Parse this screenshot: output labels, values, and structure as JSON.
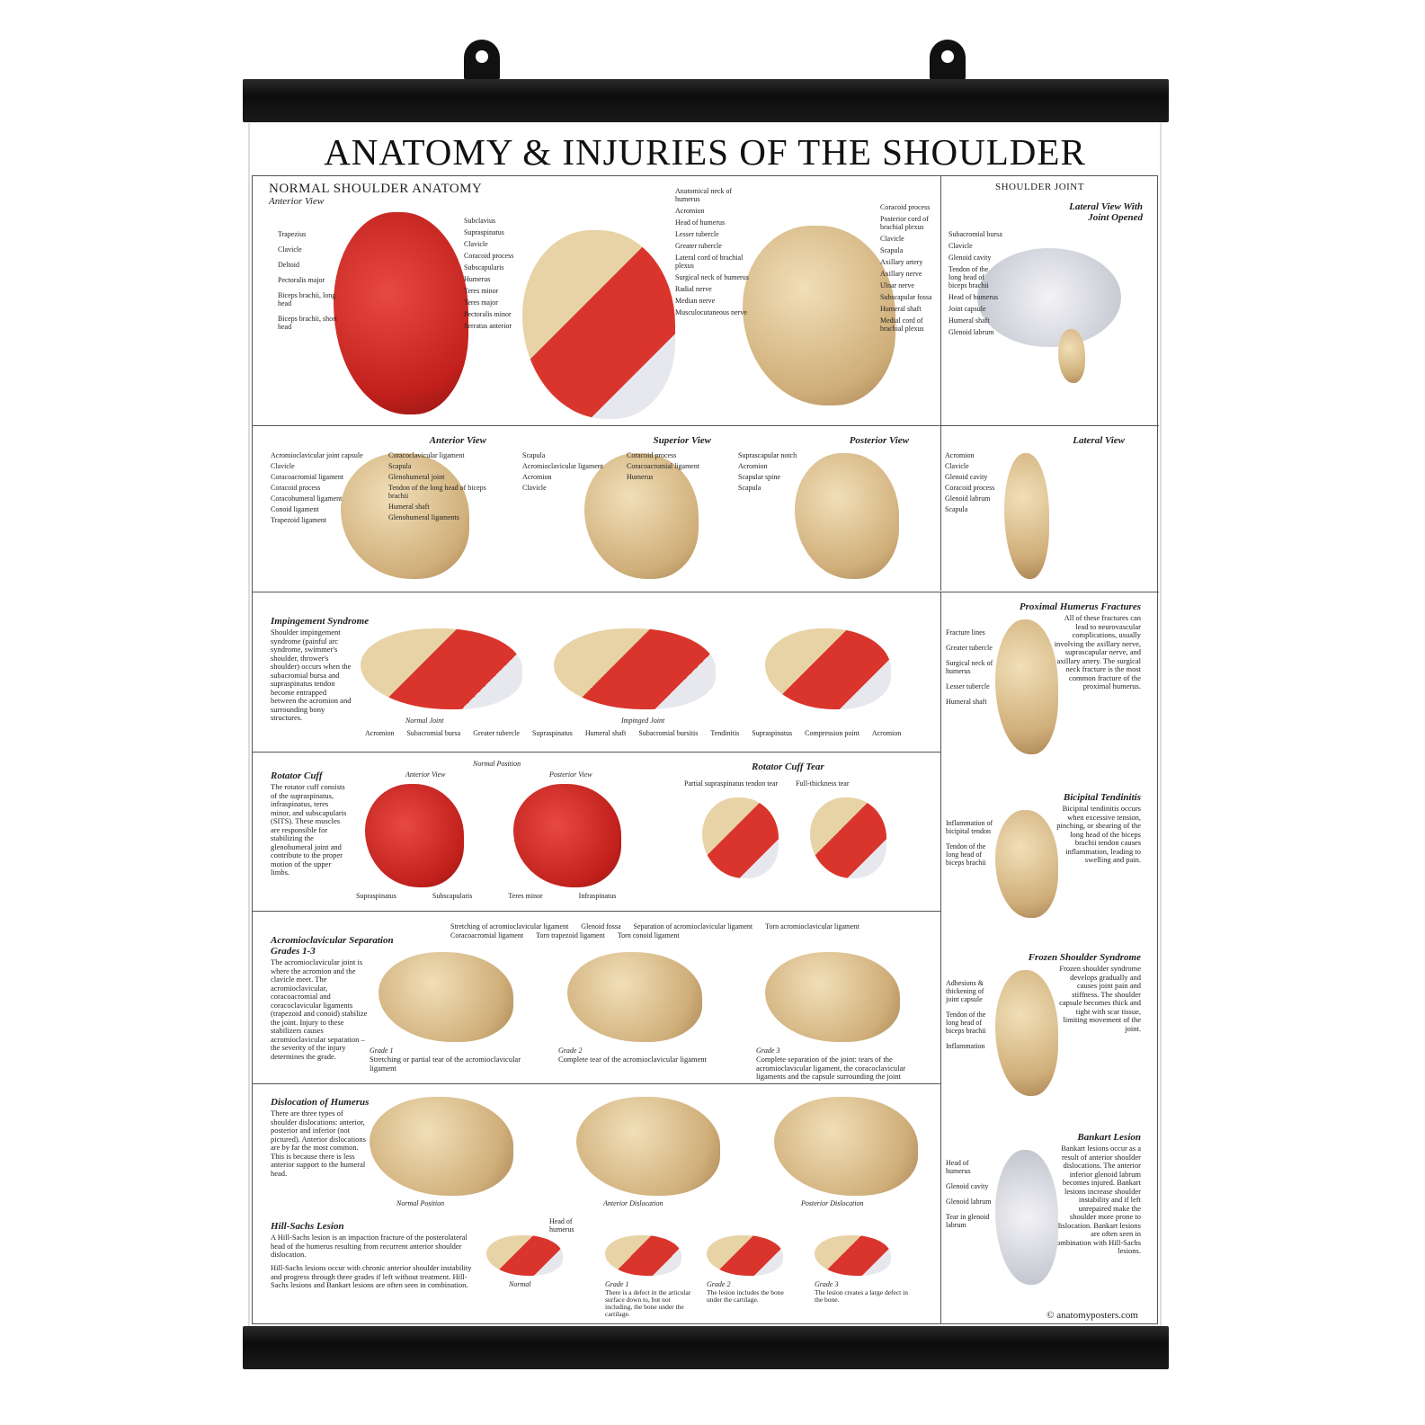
{
  "title": "ANATOMY & INJURIES OF THE SHOULDER",
  "normal": {
    "heading": "NORMAL SHOULDER ANATOMY",
    "subheading": "Anterior View",
    "fig1_labels": [
      "Trapezius",
      "Clavicle",
      "Deltoid",
      "Pectoralis major",
      "Biceps brachii, long head",
      "Biceps brachii, short head"
    ],
    "fig2_labels": [
      "Subclavius",
      "Supraspinatus",
      "Clavicle",
      "Coracoid process",
      "Subscapularis",
      "Humerus",
      "Teres minor",
      "Teres major",
      "Pectoralis minor",
      "Serratus anterior"
    ],
    "fig3_labels": [
      "Anatomical neck of humerus",
      "Acromion",
      "Head of humerus",
      "Lesser tubercle",
      "Greater tubercle",
      "Lateral cord of brachial plexus",
      "Surgical neck of humerus",
      "Radial nerve",
      "Median nerve",
      "Musculocutaneous nerve",
      "Coracoid process",
      "Posterior cord of brachial plexus",
      "Clavicle",
      "Scapula",
      "Axillary artery",
      "Axillary nerve",
      "Ulnar nerve",
      "Subscapular fossa",
      "Humeral shaft",
      "Medial cord of brachial plexus"
    ]
  },
  "joint": {
    "heading": "SHOULDER JOINT",
    "view": "Lateral View With Joint Opened",
    "labels": [
      "Subacromial bursa",
      "Clavicle",
      "Glenoid cavity",
      "Tendon of the long head of biceps brachii",
      "Head of humerus",
      "Joint capsule",
      "Humeral shaft",
      "Glenoid labrum"
    ]
  },
  "views": [
    {
      "title": "Anterior View",
      "labels": [
        "Acromioclavicular joint capsule",
        "Clavicle",
        "Coracoacromial ligament",
        "Coracoid process",
        "Coracohumeral ligament",
        "Conoid ligament",
        "Trapezoid ligament",
        "Coracoclavicular ligament",
        "Scapula",
        "Glenohumeral joint",
        "Tendon of the long head of biceps brachii",
        "Humeral shaft",
        "Glenohumeral ligaments"
      ]
    },
    {
      "title": "Superior View",
      "labels": [
        "Scapula",
        "Acromioclavicular ligament",
        "Acromion",
        "Clavicle",
        "Coracoid process",
        "Coracoacromial ligament",
        "Humerus"
      ]
    },
    {
      "title": "Posterior View",
      "labels": [
        "Suprascapular notch",
        "Acromion",
        "Scapular spine",
        "Scapula"
      ]
    },
    {
      "title": "Lateral View",
      "labels": [
        "Acromion",
        "Clavicle",
        "Glenoid cavity",
        "Coracoid process",
        "Glenoid labrum",
        "Scapula"
      ]
    }
  ],
  "impingement": {
    "title": "Impingement Syndrome",
    "text": "Shoulder impingement syndrome (painful arc syndrome, swimmer's shoulder, thrower's shoulder) occurs when the subacromial bursa and supraspinatus tendon become entrapped between the acromion and surrounding bony structures.",
    "labels": [
      "Acromion",
      "Subacromial bursa",
      "Greater tubercle",
      "Supraspinatus",
      "Humeral shaft",
      "Subacromial bursitis",
      "Tendinitis",
      "Supraspinatus",
      "Compression point",
      "Acromion"
    ],
    "captions": [
      "Normal Joint",
      "Impinged Joint"
    ]
  },
  "rotator": {
    "title": "Rotator Cuff",
    "text": "The rotator cuff consists of the supraspinatus, infraspinatus, teres minor, and subscapularis (SITS). These muscles are responsible for stabilizing the glenohumeral joint and contribute to the proper motion of the upper limbs.",
    "views": [
      "Anterior View",
      "Normal Position",
      "Posterior View"
    ],
    "labels": [
      "Supraspinatus",
      "Subscapularis",
      "Teres minor",
      "Infraspinatus"
    ],
    "tear_title": "Rotator Cuff Tear",
    "tear_labels": [
      "Partial supraspinatus tendon tear",
      "Full-thickness tear"
    ]
  },
  "ac": {
    "title": "Acromioclavicular Separation Grades 1-3",
    "text": "The acromioclavicular joint is where the acromion and the clavicle meet. The acromioclavicular, coracoacromial and coracoclavicular ligaments (trapezoid and conoid) stabilize the joint. Injury to these stabilizers causes acromioclavicular separation – the severity of the injury determines the grade.",
    "labels": [
      "Stretching of acromioclavicular ligament",
      "Glenoid fossa",
      "Separation of acromioclavicular ligament",
      "Torn acromioclavicular ligament",
      "Coracoacromial ligament",
      "Torn trapezoid ligament",
      "Torn conoid ligament"
    ],
    "grades": [
      {
        "name": "Grade 1",
        "desc": "Stretching or partial tear of the acromioclavicular ligament"
      },
      {
        "name": "Grade 2",
        "desc": "Complete tear of the acromioclavicular ligament"
      },
      {
        "name": "Grade 3",
        "desc": "Complete separation of the joint: tears of the acromioclavicular ligament, the coracoclavicular ligaments and the capsule surrounding the joint"
      }
    ]
  },
  "dislocation": {
    "title": "Dislocation of Humerus",
    "text": "There are three types of shoulder dislocations: anterior, posterior and inferior (not pictured). Anterior dislocations are by far the most common. This is because there is less anterior support to the humeral head.",
    "captions": [
      "Normal Position",
      "Anterior Dislocation",
      "Posterior Dislocation"
    ]
  },
  "hillsachs": {
    "title": "Hill-Sachs Lesion",
    "text1": "A Hill-Sachs lesion is an impaction fracture of the posterolateral head of the humerus resulting from recurrent anterior shoulder dislocation.",
    "text2": "Hill-Sachs lesions occur with chronic anterior shoulder instability and progress through three grades if left without treatment. Hill-Sachs lesions and Bankart lesions are often seen in combination.",
    "label": "Head of humerus",
    "stages": [
      {
        "name": "Normal",
        "desc": ""
      },
      {
        "name": "Grade 1",
        "desc": "There is a defect in the articular surface down to, but not including, the bone under the cartilage."
      },
      {
        "name": "Grade 2",
        "desc": "The lesion includes the bone under the cartilage."
      },
      {
        "name": "Grade 3",
        "desc": "The lesion creates a large defect in the bone."
      }
    ]
  },
  "side": [
    {
      "title": "Proximal Humerus Fractures",
      "text": "All of these fractures can lead to neurovascular complications, usually involving the axillary nerve, suprascapular nerve, and axillary artery. The surgical neck fracture is the most common fracture of the proximal humerus.",
      "labels": [
        "Fracture lines",
        "Greater tubercle",
        "Surgical neck of humerus",
        "Lesser tubercle",
        "Humeral shaft"
      ]
    },
    {
      "title": "Bicipital Tendinitis",
      "text": "Bicipital tendinitis occurs when excessive tension, pinching, or shearing of the long head of the biceps brachii tendon causes inflammation, leading to swelling and pain.",
      "labels": [
        "Inflammation of bicipital tendon",
        "Tendon of the long head of biceps brachii"
      ]
    },
    {
      "title": "Frozen Shoulder Syndrome",
      "text": "Frozen shoulder syndrome develops gradually and causes joint pain and stiffness. The shoulder capsule becomes thick and tight with scar tissue, limiting movement of the joint.",
      "labels": [
        "Adhesions & thickening of joint capsule",
        "Tendon of the long head of biceps brachii",
        "Inflammation"
      ]
    },
    {
      "title": "Bankart Lesion",
      "text": "Bankart lesions occur as a result of anterior shoulder dislocations. The anterior inferior glenoid labrum becomes injured. Bankart lesions increase shoulder instability and if left unrepaired make the shoulder more prone to dislocation. Bankart lesions are often seen in combination with Hill-Sachs lesions.",
      "labels": [
        "Head of humerus",
        "Glenoid cavity",
        "Glenoid labrum",
        "Tear in glenoid labrum"
      ]
    }
  ],
  "footer": "© anatomyposters.com",
  "colors": {
    "muscle": "#c1201c",
    "bone": "#d9bd8a",
    "rail": "#111111"
  }
}
